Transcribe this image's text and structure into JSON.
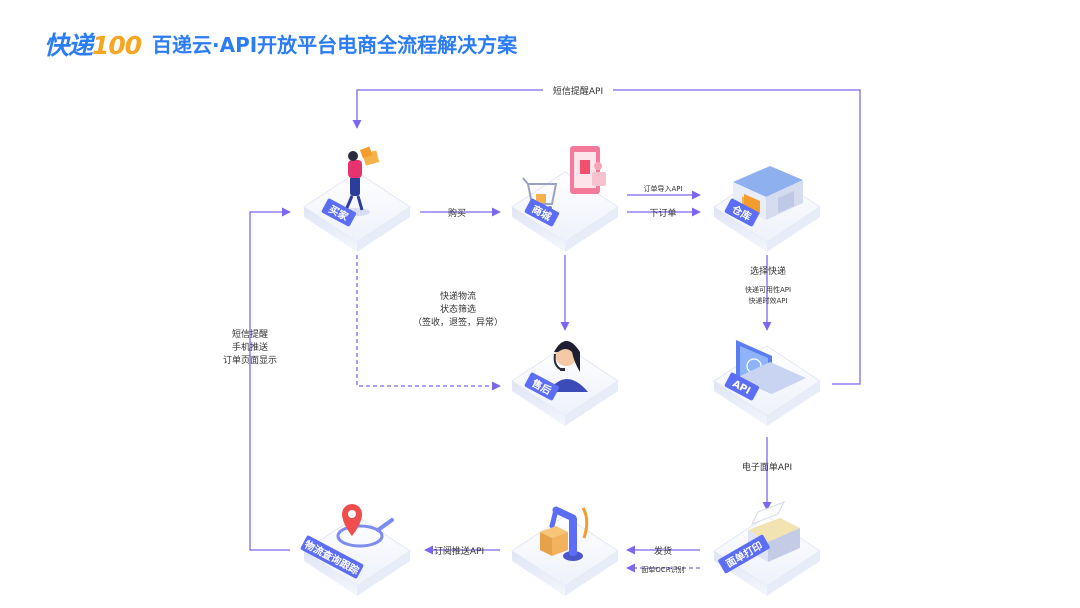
{
  "header": {
    "logo_main": "快递",
    "logo_num": "100",
    "title": "百递云·API开放平台电商全流程解决方案"
  },
  "nodes": {
    "buyer": "买家",
    "mall": "商城",
    "warehouse": "仓库",
    "aftersale": "售后",
    "api": "API",
    "waybill_print": "面单打印",
    "ship": "",
    "tracking": "物流查询跟踪"
  },
  "edges": {
    "top_sms_api": "短信提醒API",
    "buy": "购买",
    "order_import_api": "订单导入API",
    "place_order": "下订单",
    "select_express": "选择快递",
    "express_availability_api": "快递可用性API",
    "express_timeliness_api": "快递时效API",
    "express_logistics_1": "快递物流",
    "express_logistics_2": "状态筛选",
    "express_logistics_3": "（签收，退签，异常）",
    "left_1": "短信提醒",
    "left_2": "手机推送",
    "left_3": "订单页面显示",
    "e_waybill_api": "电子面单API",
    "deliver": "发货",
    "waybill_ocr": "面单OCR识别",
    "subscribe_push_api": "订阅推送API"
  },
  "colors": {
    "brand_blue": "#2b7cf5",
    "brand_orange": "#f6a623",
    "arrow_purple": "#7b68ee",
    "node_label_bg": "#5b6ef5"
  }
}
